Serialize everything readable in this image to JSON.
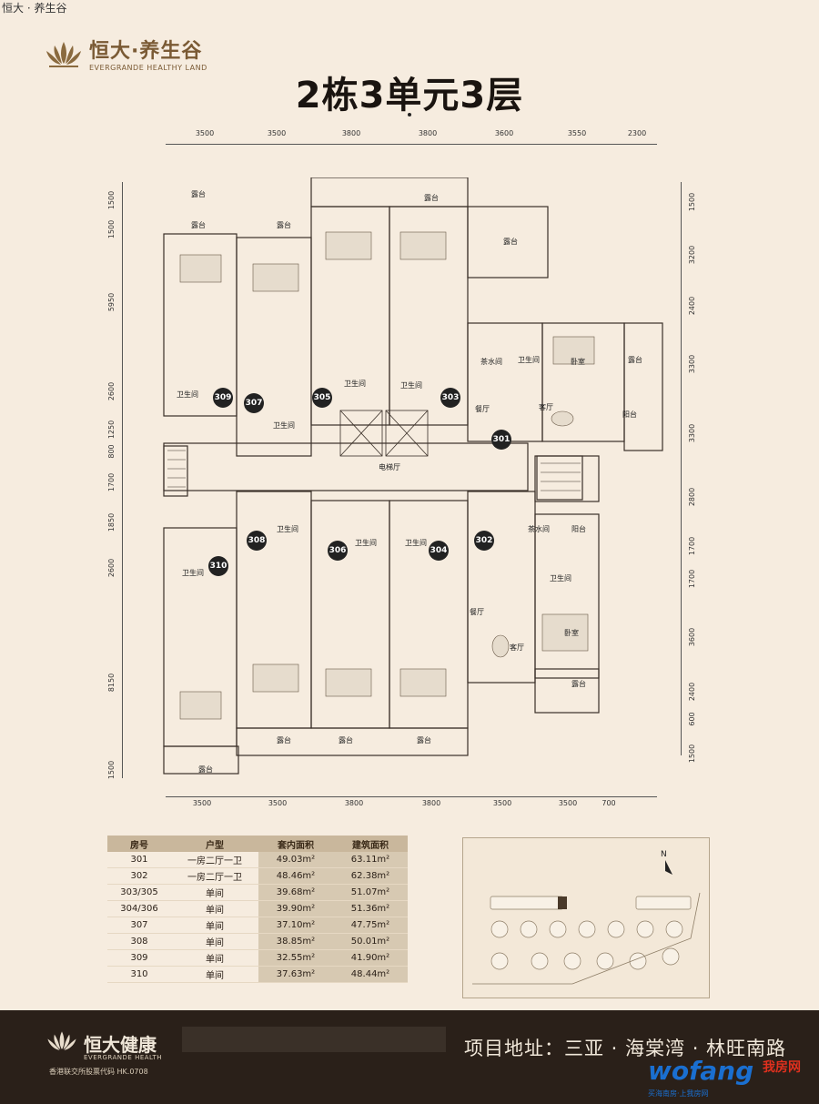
{
  "caption": "恒大 · 养生谷",
  "brand": {
    "name_cn": "恒大·养生谷",
    "name_en": "EVERGRANDE HEALTHY LAND"
  },
  "title": "2栋3单元3层",
  "dims": {
    "top": [
      "3500",
      "3500",
      "3800",
      "3800",
      "3600",
      "3550",
      "2300"
    ],
    "bottom": [
      "3500",
      "3500",
      "3800",
      "3800",
      "3500",
      "3500",
      "700"
    ],
    "left": [
      "1500",
      "1500",
      "5950",
      "2600",
      "1250",
      "800",
      "1700",
      "1850",
      "2600",
      "8150",
      "1500"
    ],
    "right": [
      "1500",
      "3200",
      "2400",
      "3300",
      "3300",
      "2800",
      "1700",
      "1700",
      "3600",
      "2400",
      "600",
      "1500"
    ]
  },
  "plan": {
    "units": [
      "301",
      "302",
      "303",
      "304",
      "305",
      "306",
      "307",
      "308",
      "309",
      "310"
    ],
    "rooms": {
      "terrace": "露台",
      "bath": "卫生间",
      "tea": "茶水间",
      "bedroom": "卧室",
      "living": "客厅",
      "dining": "餐厅",
      "balcony": "阳台",
      "lobby": "电梯厅"
    }
  },
  "table": {
    "headers": [
      "房号",
      "户型",
      "套内面积",
      "建筑面积"
    ],
    "rows": [
      [
        "301",
        "一房二厅一卫",
        "49.03m²",
        "63.11m²"
      ],
      [
        "302",
        "一房二厅一卫",
        "48.46m²",
        "62.38m²"
      ],
      [
        "303/305",
        "单间",
        "39.68m²",
        "51.07m²"
      ],
      [
        "304/306",
        "单间",
        "39.90m²",
        "51.36m²"
      ],
      [
        "307",
        "单间",
        "37.10m²",
        "47.75m²"
      ],
      [
        "308",
        "单间",
        "38.85m²",
        "50.01m²"
      ],
      [
        "309",
        "单间",
        "32.55m²",
        "41.90m²"
      ],
      [
        "310",
        "单间",
        "37.63m²",
        "48.44m²"
      ]
    ]
  },
  "sitemap": {
    "north": "N"
  },
  "footer": {
    "brand_cn": "恒大健康",
    "brand_en": "EVERGRANDE HEALTH",
    "stock": "香港联交所股票代码 HK.0708",
    "address": "项目地址：三亚 · 海棠湾 · 林旺南路"
  },
  "watermark": {
    "text": "wofang",
    "cn": "我房网",
    "sub": "买海南房·上我房网"
  },
  "colors": {
    "background": "#f6ecdf",
    "brand": "#7a5a34",
    "footer": "#2a2019",
    "unit_badge": "#222222"
  }
}
